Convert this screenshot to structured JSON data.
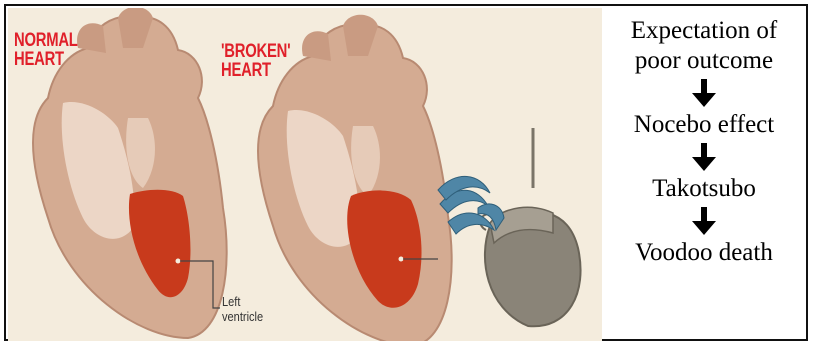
{
  "panel": {
    "normal_label": "NORMAL\nHEART",
    "broken_label": "'BROKEN'\nHEART",
    "ventricle_label": "Left\nventricle"
  },
  "flow": {
    "steps": [
      "Expectation of\npoor outcome",
      "Nocebo effect",
      "Takotsubo",
      "Voodoo death"
    ]
  },
  "colors": {
    "label_red": "#e0202a",
    "heart_tan": "#cfa48d",
    "ventricle_red": "#c83a1c",
    "pot_gray": "#8a8478",
    "steam_blue": "#4f86a6"
  }
}
